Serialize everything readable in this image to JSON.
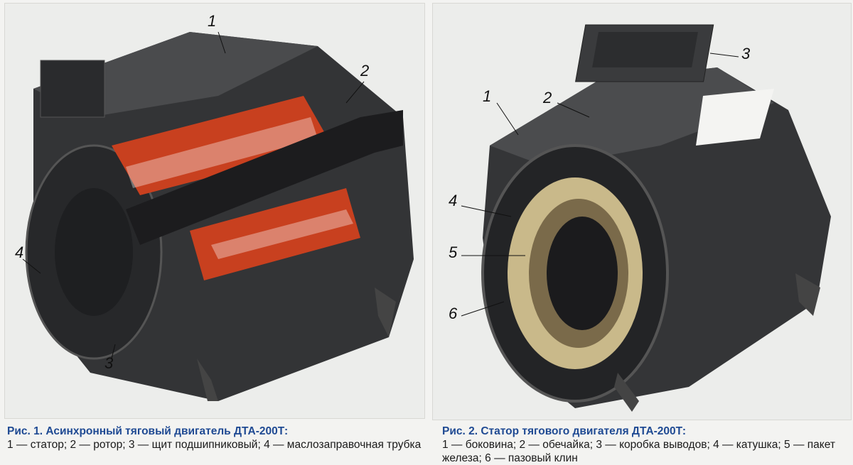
{
  "figure1": {
    "title": "Рис. 1. Асинхронный тяговый двигатель ДТА-200Т:",
    "legend": "1 — статор; 2 — ротор; 3 — щит подшипниковый; 4 — маслозаправочная трубка",
    "callouts": [
      "1",
      "2",
      "3",
      "4"
    ]
  },
  "figure2": {
    "title": "Рис. 2. Статор тягового двигателя ДТА-200Т:",
    "legend": "1 — боковина; 2 — обечайка; 3 — коробка выводов; 4 — катушка; 5 — пакет железа; 6 — пазовый клин",
    "callouts": [
      "1",
      "2",
      "3",
      "4",
      "5",
      "6"
    ]
  },
  "colors": {
    "title": "#1f4a93",
    "casing": "#2e2f31",
    "winding": "#d8401f",
    "coil": "#c9b98a"
  }
}
